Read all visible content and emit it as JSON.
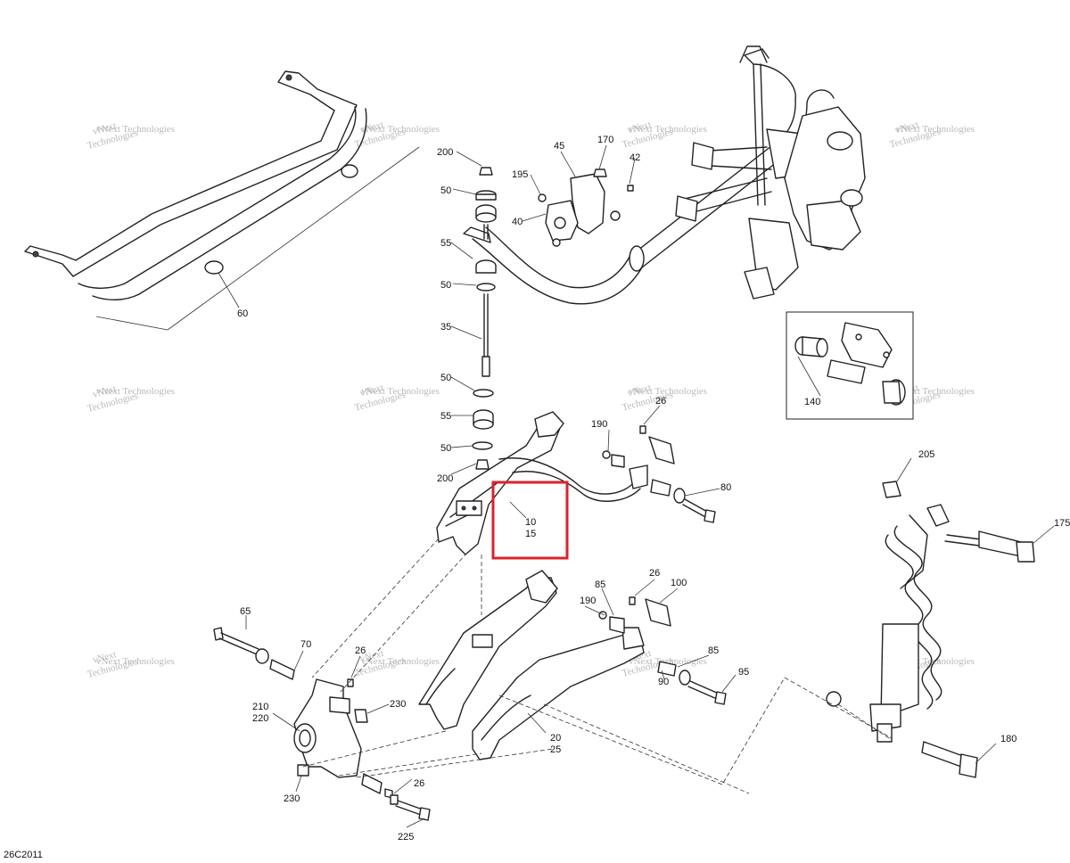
{
  "diagram_code": "26C2011",
  "highlight_color": "#d9232d",
  "watermark": {
    "line1": "vNext Technologies",
    "line2a": "vNext",
    "line2b": "Technologies"
  },
  "callouts": {
    "c200_top": "200",
    "c50_a": "50",
    "c55_a": "55",
    "c50_b": "50",
    "c35": "35",
    "c50_c": "50",
    "c55_b": "55",
    "c50_d": "50",
    "c200_bot": "200",
    "c60": "60",
    "c195": "195",
    "c45": "45",
    "c170": "170",
    "c42": "42",
    "c40": "40",
    "c140": "140",
    "c190_a": "190",
    "c26_a": "26",
    "c80": "80",
    "c10": "10",
    "c15": "15",
    "c205": "205",
    "c175": "175",
    "c65": "65",
    "c70": "70",
    "c26_b": "26",
    "c210": "210",
    "c220": "220",
    "c230_a": "230",
    "c230_b": "230",
    "c26_c": "26",
    "c225": "225",
    "c85_a": "85",
    "c26_d": "26",
    "c100": "100",
    "c190_b": "190",
    "c85_b": "85",
    "c90": "90",
    "c95": "95",
    "c20": "20",
    "c25": "25",
    "c180": "180"
  }
}
